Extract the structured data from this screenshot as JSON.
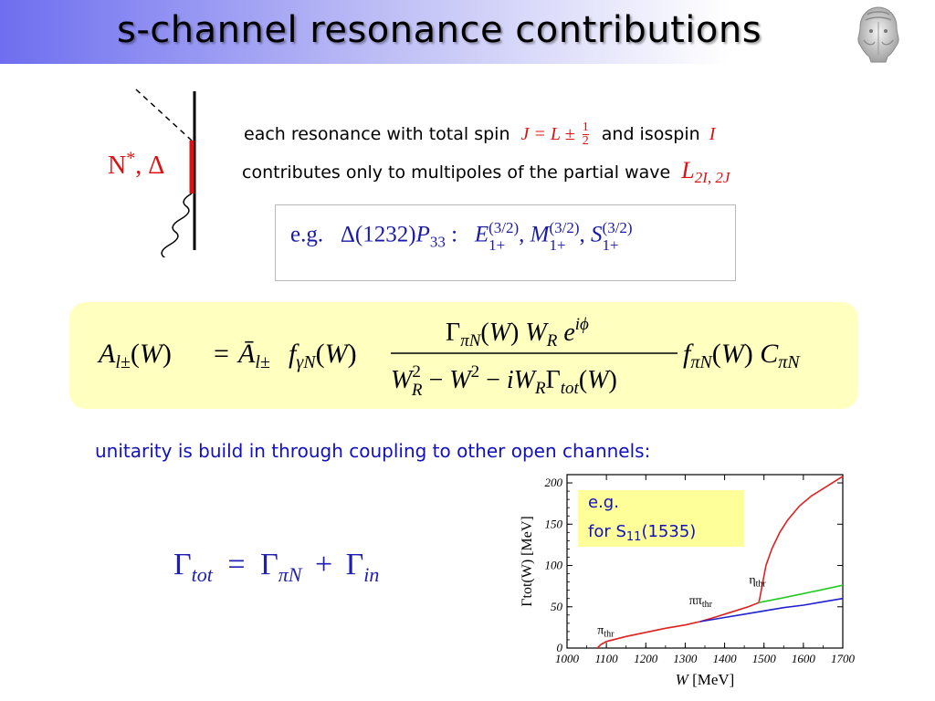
{
  "title": "s-channel resonance contributions",
  "diagram": {
    "label_main": "N",
    "label_star": "*",
    "label_delta": ", Δ"
  },
  "text": {
    "line1_prefix": "each resonance with total spin",
    "line1_J": "J = L ±",
    "frac_num": "1",
    "frac_den": "2",
    "line1_mid": "and isospin",
    "line1_I": "I",
    "line2_prefix": "contributes only to multipoles of the partial wave",
    "line2_L": "L",
    "line2_sub": "2I, 2J"
  },
  "example": {
    "eg": "e.g.",
    "delta": "Δ(1232)",
    "P": "P",
    "P_sub": "33",
    "colon": " :",
    "E": "E",
    "M": "M",
    "S": "S",
    "sup": "(3/2)",
    "sub": "1+",
    "comma": ","
  },
  "formula": {
    "A": "A",
    "A_sub": "l±",
    "W": "W",
    "eq": "=",
    "Abar": "Ā",
    "f_gammaN_sub": "γN",
    "f_piN_sub": "πN",
    "f": "f",
    "Gamma": "Γ",
    "WR": "W",
    "R": "R",
    "e": "e",
    "iphi": "iϕ",
    "C": "C",
    "tot": "tot",
    "minus": "−",
    "two": "2",
    "i": "i"
  },
  "unitarity_text": "unitarity is build in through coupling to other open channels:",
  "gamma_total": {
    "Gamma": "Γ",
    "tot": "tot",
    "eq": "=",
    "piN": "πN",
    "plus": "+",
    "in": "in"
  },
  "chart_data": {
    "type": "line",
    "xlabel_var": "W",
    "xlabel_unit": "[MeV]",
    "ylabel": "Γtot(W) [MeV]",
    "xlim": [
      1000,
      1700
    ],
    "ylim": [
      0,
      210
    ],
    "x_ticks": [
      1000,
      1100,
      1200,
      1300,
      1400,
      1500,
      1600,
      1700
    ],
    "y_ticks": [
      0,
      50,
      100,
      150,
      200
    ],
    "legend_line1": "e.g.",
    "legend_line2_prefix": "for S",
    "legend_line2_sub": "11",
    "legend_line2_suffix": "(1535)",
    "annotations": [
      {
        "text": "π",
        "sub": "thr",
        "x": 1077,
        "y": 17
      },
      {
        "text": "ππ",
        "sub": "thr",
        "x": 1310,
        "y": 53
      },
      {
        "text": "η",
        "sub": "thr",
        "x": 1462,
        "y": 78
      }
    ],
    "series": [
      {
        "color": "#e02020",
        "points": [
          [
            1077,
            0
          ],
          [
            1085,
            4
          ],
          [
            1100,
            8
          ],
          [
            1150,
            14
          ],
          [
            1200,
            19
          ],
          [
            1250,
            24
          ],
          [
            1300,
            28
          ],
          [
            1338,
            32
          ],
          [
            1380,
            38
          ],
          [
            1420,
            44
          ],
          [
            1460,
            50
          ],
          [
            1487,
            55
          ],
          [
            1490,
            62
          ],
          [
            1495,
            75
          ],
          [
            1505,
            100
          ],
          [
            1520,
            120
          ],
          [
            1540,
            140
          ],
          [
            1560,
            155
          ],
          [
            1590,
            172
          ],
          [
            1620,
            184
          ],
          [
            1660,
            196
          ],
          [
            1700,
            208
          ]
        ]
      },
      {
        "color": "#22cc22",
        "points": [
          [
            1487,
            55
          ],
          [
            1550,
            61
          ],
          [
            1600,
            66
          ],
          [
            1650,
            71
          ],
          [
            1700,
            76
          ]
        ]
      },
      {
        "color": "#2020d0",
        "points": [
          [
            1338,
            32
          ],
          [
            1400,
            37
          ],
          [
            1450,
            41
          ],
          [
            1500,
            45
          ],
          [
            1550,
            49
          ],
          [
            1600,
            52
          ],
          [
            1650,
            56
          ],
          [
            1700,
            60
          ]
        ]
      }
    ]
  },
  "colors": {
    "red": "#e01010",
    "blue": "#1010c0",
    "formula_bg": "#ffffc0"
  }
}
